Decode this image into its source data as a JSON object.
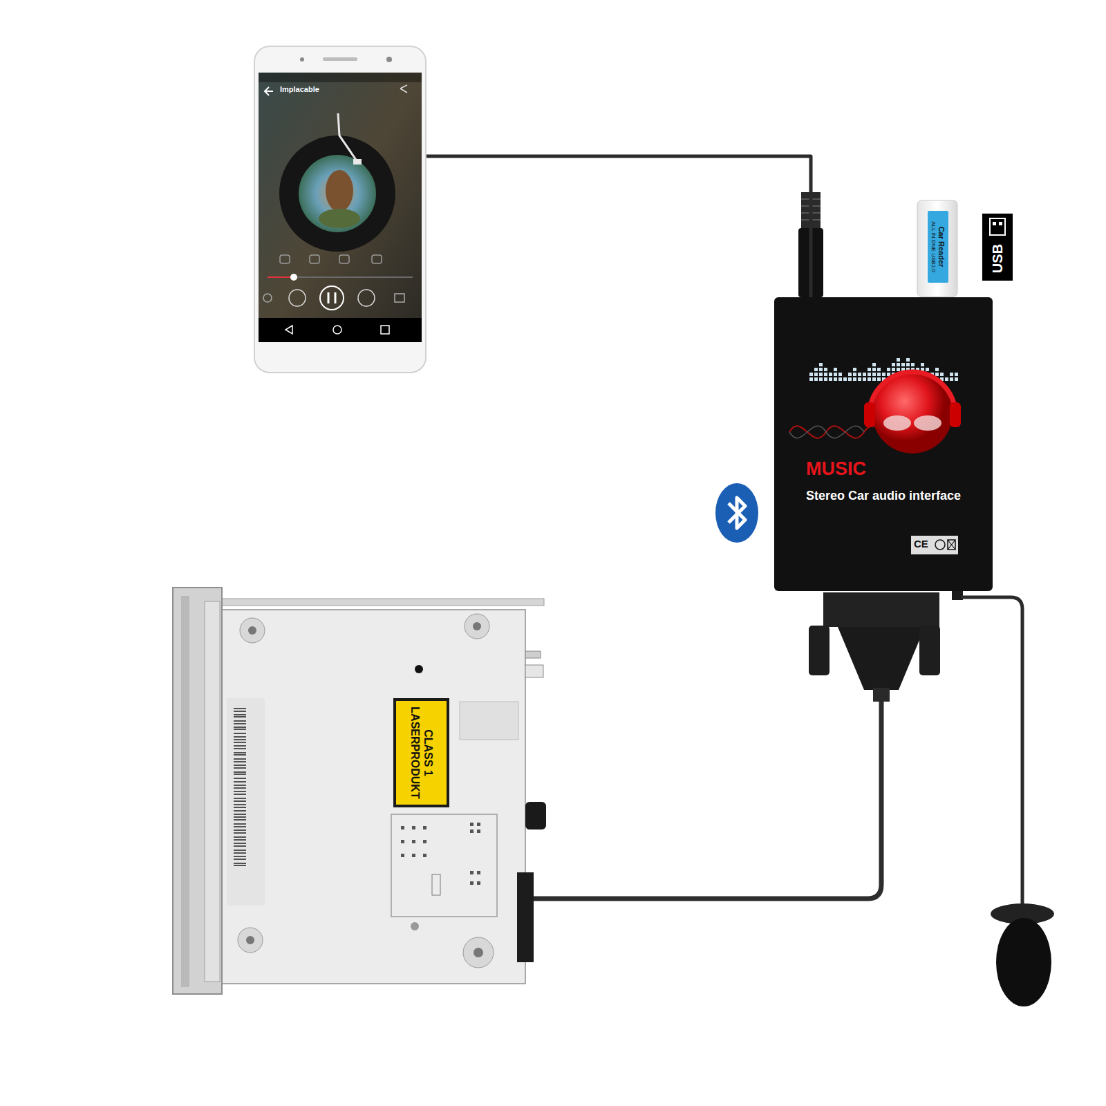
{
  "diagram": {
    "nodes": [
      {
        "text": [
          "Implacable"
        ]
      },
      {
        "text": [
          "MUSIC",
          "Stereo Car audio interface"
        ]
      },
      {
        "text": [
          "Car Reader",
          "ALL IN ONE USB2.0"
        ]
      },
      {
        "text": [
          "USB"
        ]
      },
      {
        "text": [
          "CLASS 1 LASERPRODUKT"
        ]
      }
    ],
    "edges": [
      {
        "from": 0,
        "to": 1,
        "arrow": "none"
      }
    ],
    "labels": [
      "CE"
    ]
  }
}
